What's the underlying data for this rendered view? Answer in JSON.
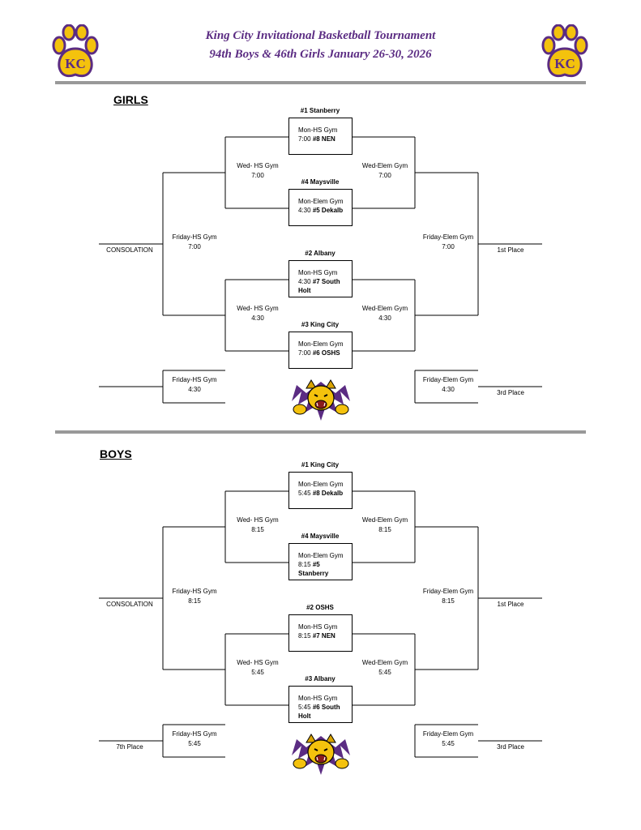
{
  "header": {
    "line1": "King City Invitational Basketball Tournament",
    "line2": "94th Boys & 46th Girls January 26-30, 2026",
    "logo_text": "KC",
    "accent": "#5b2c83",
    "gold": "#f4c20d"
  },
  "girls": {
    "title": "GIRLS",
    "games": [
      {
        "top": "#1 Stanberry",
        "line1": "Mon-HS Gym",
        "time": "7:00",
        "bottom": "#8 NEN",
        "bottom2": ""
      },
      {
        "top": "#4 Maysville",
        "line1": "Mon-Elem Gym",
        "time": "4:30",
        "bottom": "#5 Dekalb",
        "bottom2": ""
      },
      {
        "top": "#2 Albany",
        "line1": "Mon-HS Gym",
        "time": "4:30",
        "bottom": "#7 South",
        "bottom2": "Holt"
      },
      {
        "top": "#3 King City",
        "line1": "Mon-Elem Gym",
        "time": "7:00",
        "bottom": "#6 OSHS",
        "bottom2": ""
      }
    ],
    "wed_left": [
      {
        "gym": "Wed- HS Gym",
        "time": "7:00"
      },
      {
        "gym": "Wed- HS Gym",
        "time": "4:30"
      }
    ],
    "wed_right": [
      {
        "gym": "Wed-Elem Gym",
        "time": "7:00"
      },
      {
        "gym": "Wed-Elem Gym",
        "time": "4:30"
      }
    ],
    "fri_left_top": {
      "gym": "Friday-HS Gym",
      "time": "7:00"
    },
    "fri_right_top": {
      "gym": "Friday-Elem Gym",
      "time": "7:00"
    },
    "fri_left_bot": {
      "gym": "Friday-HS Gym",
      "time": "4:30"
    },
    "fri_right_bot": {
      "gym": "Friday-Elem Gym",
      "time": "4:30"
    },
    "left_top_label": "CONSOLATION",
    "right_top_label": "1st Place",
    "left_bot_label": "",
    "right_bot_label": "3rd Place"
  },
  "boys": {
    "title": "BOYS",
    "games": [
      {
        "top": "#1 King City",
        "line1": "Mon-Elem Gym",
        "time": "5:45",
        "bottom": "#8 Dekalb",
        "bottom2": ""
      },
      {
        "top": "#4 Maysville",
        "line1": "Mon-Elem Gym",
        "time": "8:15",
        "bottom": "#5",
        "bottom2": "Stanberry"
      },
      {
        "top": "#2 OSHS",
        "line1": "Mon-HS Gym",
        "time": "8:15",
        "bottom": "#7 NEN",
        "bottom2": ""
      },
      {
        "top": "#3 Albany",
        "line1": "Mon-HS Gym",
        "time": "5:45",
        "bottom": "#6 South",
        "bottom2": "Holt"
      }
    ],
    "wed_left": [
      {
        "gym": "Wed- HS Gym",
        "time": "8:15"
      },
      {
        "gym": "Wed- HS Gym",
        "time": "5:45"
      }
    ],
    "wed_right": [
      {
        "gym": "Wed-Elem Gym",
        "time": "8:15"
      },
      {
        "gym": "Wed-Elem Gym",
        "time": "5:45"
      }
    ],
    "fri_left_top": {
      "gym": "Friday-HS Gym",
      "time": "8:15"
    },
    "fri_right_top": {
      "gym": "Friday-Elem Gym",
      "time": "8:15"
    },
    "fri_left_bot": {
      "gym": "Friday-HS Gym",
      "time": "5:45"
    },
    "fri_right_bot": {
      "gym": "Friday-Elem Gym",
      "time": "5:45"
    },
    "left_top_label": "CONSOLATION",
    "right_top_label": "1st Place",
    "left_bot_label": "7th Place",
    "right_bot_label": "3rd Place"
  }
}
